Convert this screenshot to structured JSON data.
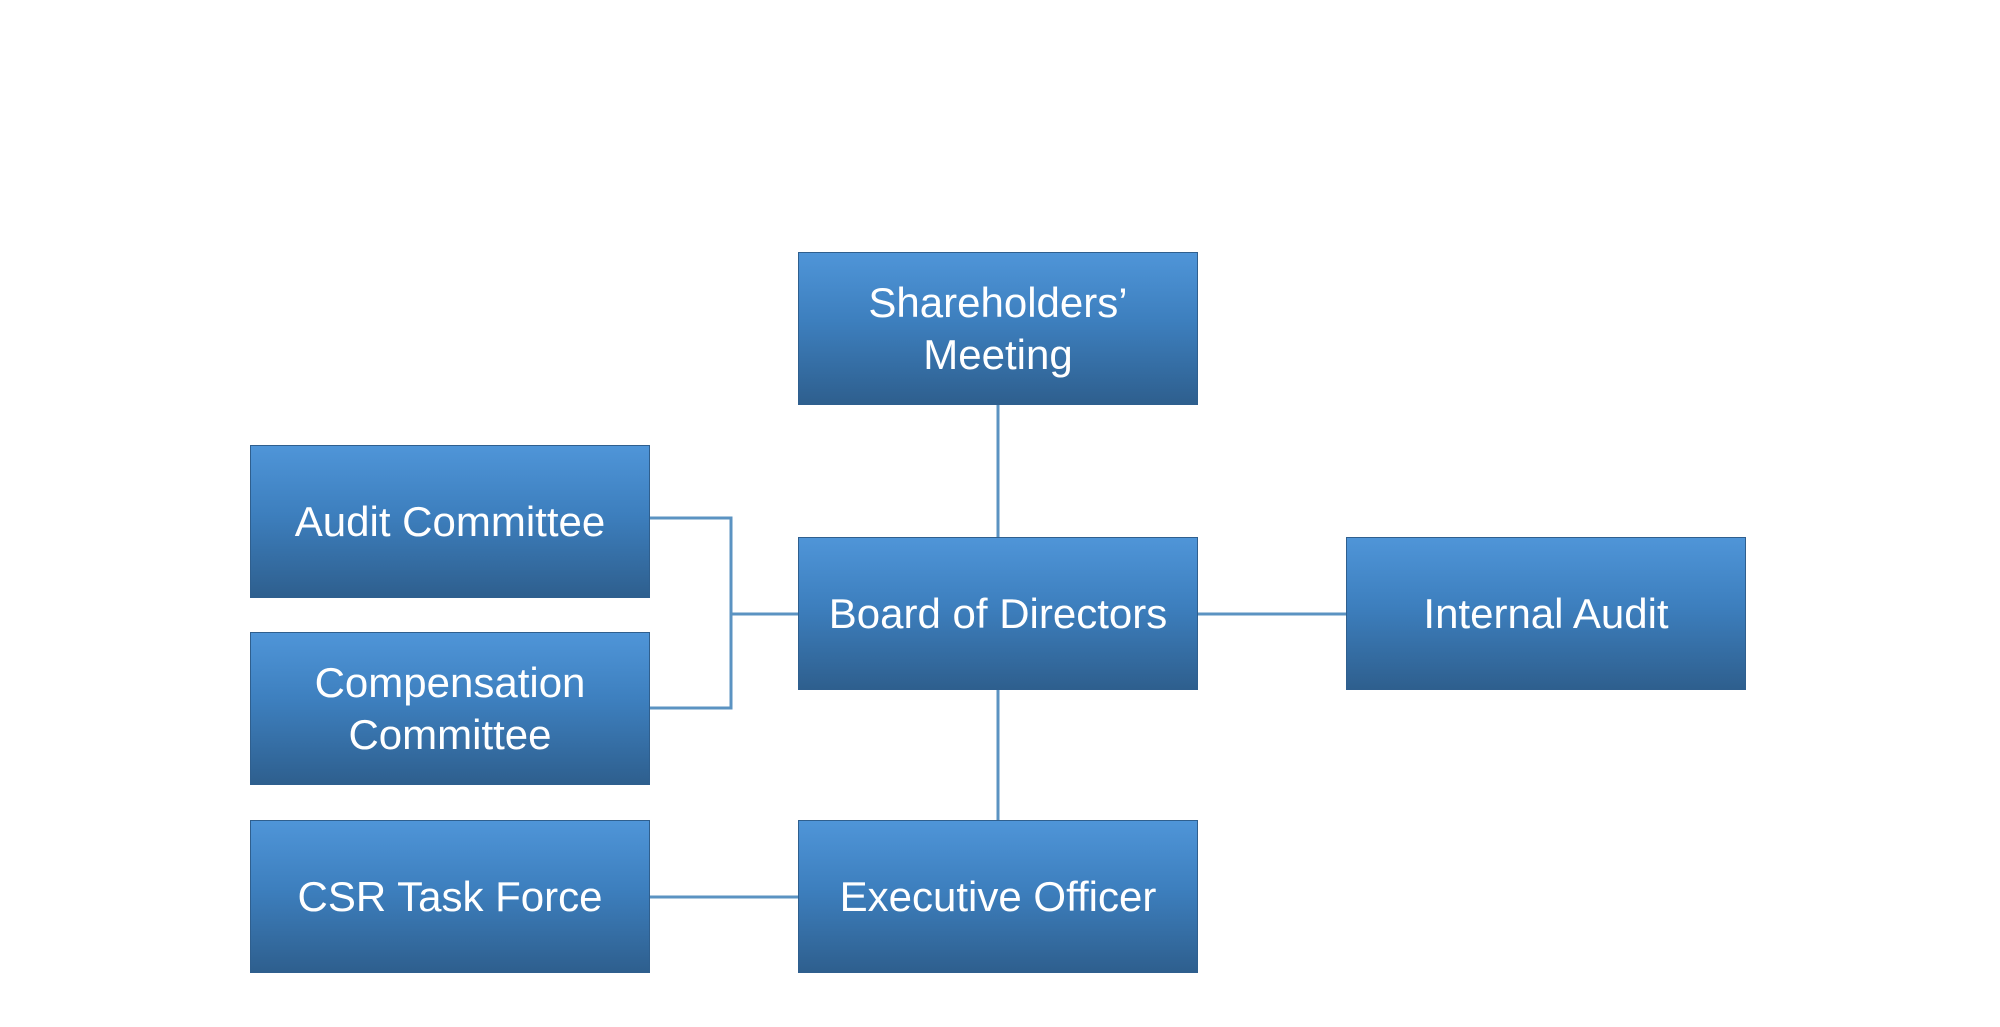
{
  "nodes": {
    "shareholders_meeting": "Shareholders’ Meeting",
    "board_of_directors": "Board of Directors",
    "executive_officer": "Executive Officer",
    "audit_committee": "Audit Committee",
    "compensation_committee": "Compensation Committee",
    "csr_task_force": "CSR Task Force",
    "internal_audit": "Internal Audit"
  },
  "edges": [
    {
      "from": "Shareholders’ Meeting",
      "to": "Board of Directors"
    },
    {
      "from": "Board of Directors",
      "to": "Executive Officer"
    },
    {
      "from": "Board of Directors",
      "to": "Audit Committee"
    },
    {
      "from": "Board of Directors",
      "to": "Compensation Committee"
    },
    {
      "from": "Board of Directors",
      "to": "Internal Audit"
    },
    {
      "from": "Executive Officer",
      "to": "CSR Task Force"
    }
  ],
  "colors": {
    "box_top": "#4f95d8",
    "box_bottom": "#2e5f8e",
    "connector": "#5b93c2",
    "text": "#ffffff"
  }
}
